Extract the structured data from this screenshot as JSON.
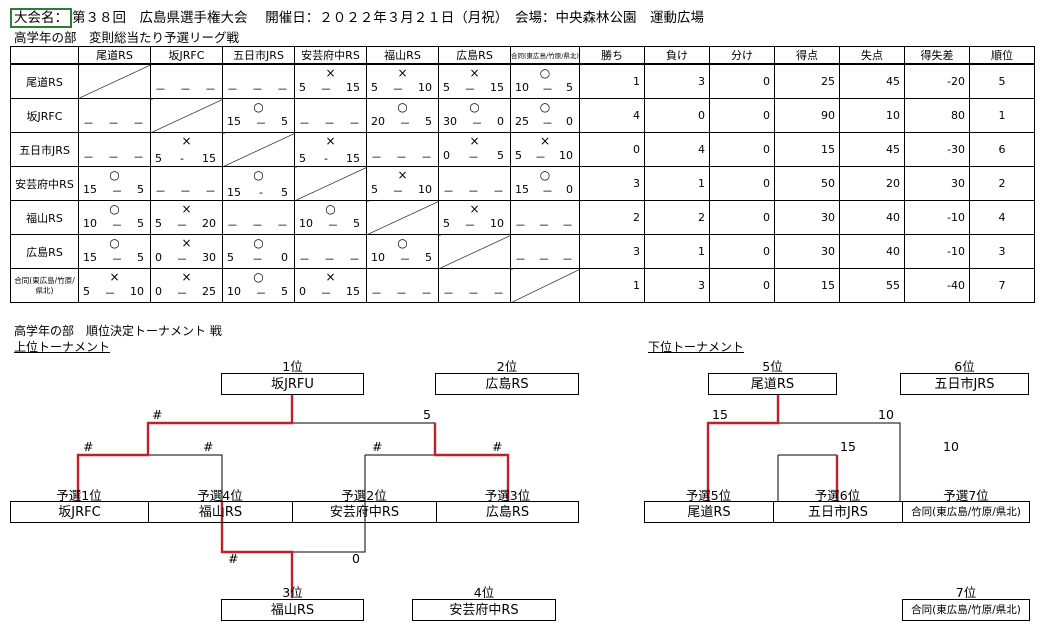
{
  "header": {
    "label": "大会名：",
    "title": "第３８回　広島県選手権大会　 開催日：２０２２年３月２１日（月祝）　会場：中央森林公園　運動広場",
    "subtitle": "高学年の部　変則総当たり予選リーグ戦"
  },
  "league": {
    "columns": [
      "尾道RS",
      "坂JRFC",
      "五日市JRS",
      "安芸府中RS",
      "福山RS",
      "広島RS",
      "合同(東広島/竹原/県北)"
    ],
    "stat_headers": [
      "勝ち",
      "負け",
      "分け",
      "得点",
      "失点",
      "得失差",
      "順位"
    ],
    "rows": [
      {
        "team": "尾道RS",
        "cells": [
          null,
          {
            "sym": "",
            "a": "－",
            "d": "－",
            "b": "－"
          },
          {
            "sym": "",
            "a": "－",
            "d": "－",
            "b": "－"
          },
          {
            "sym": "×",
            "a": "5",
            "d": "－",
            "b": "15"
          },
          {
            "sym": "×",
            "a": "5",
            "d": "－",
            "b": "10"
          },
          {
            "sym": "×",
            "a": "5",
            "d": "－",
            "b": "15"
          },
          {
            "sym": "○",
            "a": "10",
            "d": "－",
            "b": "5"
          }
        ],
        "stats": [
          "1",
          "3",
          "0",
          "25",
          "45",
          "-20"
        ],
        "rank": "5"
      },
      {
        "team": "坂JRFC",
        "cells": [
          {
            "sym": "",
            "a": "－",
            "d": "－",
            "b": "－"
          },
          null,
          {
            "sym": "○",
            "a": "15",
            "d": "－",
            "b": "5"
          },
          {
            "sym": "",
            "a": "－",
            "d": "－",
            "b": "－"
          },
          {
            "sym": "○",
            "a": "20",
            "d": "－",
            "b": "5"
          },
          {
            "sym": "○",
            "a": "30",
            "d": "－",
            "b": "0"
          },
          {
            "sym": "○",
            "a": "25",
            "d": "－",
            "b": "0"
          }
        ],
        "stats": [
          "4",
          "0",
          "0",
          "90",
          "10",
          "80"
        ],
        "rank": "1"
      },
      {
        "team": "五日市JRS",
        "cells": [
          {
            "sym": "",
            "a": "－",
            "d": "－",
            "b": "－"
          },
          {
            "sym": "×",
            "a": "5",
            "d": "-",
            "b": "15"
          },
          null,
          {
            "sym": "×",
            "a": "5",
            "d": "-",
            "b": "15"
          },
          {
            "sym": "",
            "a": "－",
            "d": "－",
            "b": "－"
          },
          {
            "sym": "×",
            "a": "0",
            "d": "－",
            "b": "5"
          },
          {
            "sym": "×",
            "a": "5",
            "d": "－",
            "b": "10"
          }
        ],
        "stats": [
          "0",
          "4",
          "0",
          "15",
          "45",
          "-30"
        ],
        "rank": "6"
      },
      {
        "team": "安芸府中RS",
        "cells": [
          {
            "sym": "○",
            "a": "15",
            "d": "－",
            "b": "5"
          },
          {
            "sym": "",
            "a": "－",
            "d": "－",
            "b": "－"
          },
          {
            "sym": "○",
            "a": "15",
            "d": "-",
            "b": "5"
          },
          null,
          {
            "sym": "×",
            "a": "5",
            "d": "－",
            "b": "10"
          },
          {
            "sym": "",
            "a": "－",
            "d": "－",
            "b": "－"
          },
          {
            "sym": "○",
            "a": "15",
            "d": "－",
            "b": "0"
          }
        ],
        "stats": [
          "3",
          "1",
          "0",
          "50",
          "20",
          "30"
        ],
        "rank": "2"
      },
      {
        "team": "福山RS",
        "cells": [
          {
            "sym": "○",
            "a": "10",
            "d": "－",
            "b": "5"
          },
          {
            "sym": "×",
            "a": "5",
            "d": "－",
            "b": "20"
          },
          {
            "sym": "",
            "a": "－",
            "d": "－",
            "b": "－"
          },
          {
            "sym": "○",
            "a": "10",
            "d": "－",
            "b": "5"
          },
          null,
          {
            "sym": "×",
            "a": "5",
            "d": "－",
            "b": "10"
          },
          {
            "sym": "",
            "a": "－",
            "d": "－",
            "b": "－"
          }
        ],
        "stats": [
          "2",
          "2",
          "0",
          "30",
          "40",
          "-10"
        ],
        "rank": "4"
      },
      {
        "team": "広島RS",
        "cells": [
          {
            "sym": "○",
            "a": "15",
            "d": "－",
            "b": "5"
          },
          {
            "sym": "×",
            "a": "0",
            "d": "－",
            "b": "30"
          },
          {
            "sym": "○",
            "a": "5",
            "d": "－",
            "b": "0"
          },
          {
            "sym": "",
            "a": "－",
            "d": "－",
            "b": "－"
          },
          {
            "sym": "○",
            "a": "10",
            "d": "－",
            "b": "5"
          },
          null,
          {
            "sym": "",
            "a": "－",
            "d": "－",
            "b": "－"
          }
        ],
        "stats": [
          "3",
          "1",
          "0",
          "30",
          "40",
          "-10"
        ],
        "rank": "3"
      },
      {
        "team": "合同(東広島/竹原/県北)",
        "cells": [
          {
            "sym": "×",
            "a": "5",
            "d": "－",
            "b": "10"
          },
          {
            "sym": "×",
            "a": "0",
            "d": "－",
            "b": "25"
          },
          {
            "sym": "○",
            "a": "10",
            "d": "－",
            "b": "5"
          },
          {
            "sym": "×",
            "a": "0",
            "d": "－",
            "b": "15"
          },
          {
            "sym": "",
            "a": "－",
            "d": "－",
            "b": "－"
          },
          {
            "sym": "",
            "a": "－",
            "d": "－",
            "b": "－"
          },
          null
        ],
        "stats": [
          "1",
          "3",
          "0",
          "15",
          "55",
          "-40"
        ],
        "rank": "7"
      }
    ]
  },
  "tournament": {
    "section_title": "高学年の部　順位決定トーナメント 戦",
    "upper": {
      "label": "上位トーナメント",
      "rank1_label": "1位",
      "rank1_team": "坂JRFU",
      "rank2_label": "2位",
      "rank2_team": "広島RS",
      "rank3_label": "3位",
      "rank3_team": "福山RS",
      "rank4_label": "4位",
      "rank4_team": "安芸府中RS",
      "seeds": [
        {
          "label": "予選1位",
          "team": "坂JRFC"
        },
        {
          "label": "予選4位",
          "team": "福山RS"
        },
        {
          "label": "予選2位",
          "team": "安芸府中RS"
        },
        {
          "label": "予選3位",
          "team": "広島RS"
        }
      ],
      "scores": {
        "final_left": "#",
        "final_right": "5",
        "sf1_left": "#",
        "sf1_right": "#",
        "sf2_left": "#",
        "sf2_right": "#",
        "third_left": "#",
        "third_right": "0"
      }
    },
    "lower": {
      "label": "下位トーナメント",
      "rank5_label": "5位",
      "rank5_team": "尾道RS",
      "rank6_label": "6位",
      "rank6_team": "五日市JRS",
      "rank7_label": "7位",
      "rank7_team": "合同(東広島/竹原/県北)",
      "seeds": [
        {
          "label": "予選5位",
          "team": "尾道RS"
        },
        {
          "label": "予選6位",
          "team": "五日市JRS"
        },
        {
          "label": "予選7位",
          "team": "合同(東広島/竹原/県北)"
        }
      ],
      "scores": {
        "final_left": "15",
        "final_right": "10",
        "semi_left": "15",
        "semi_right": "10"
      }
    },
    "win_color": "#c0202a"
  }
}
